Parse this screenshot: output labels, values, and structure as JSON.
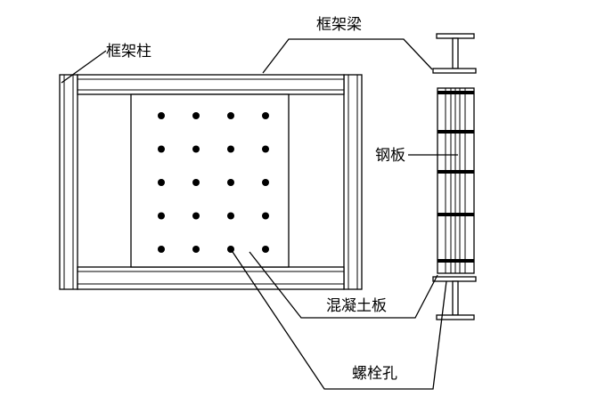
{
  "labels": {
    "column": "框架柱",
    "beam": "框架梁",
    "steel_plate": "钢板",
    "concrete_slab": "混凝土板",
    "bolt_hole": "螺栓孔"
  },
  "bolt_grid": {
    "rows": 5,
    "cols": 4
  },
  "colors": {
    "line": "#000000",
    "background": "#ffffff"
  }
}
